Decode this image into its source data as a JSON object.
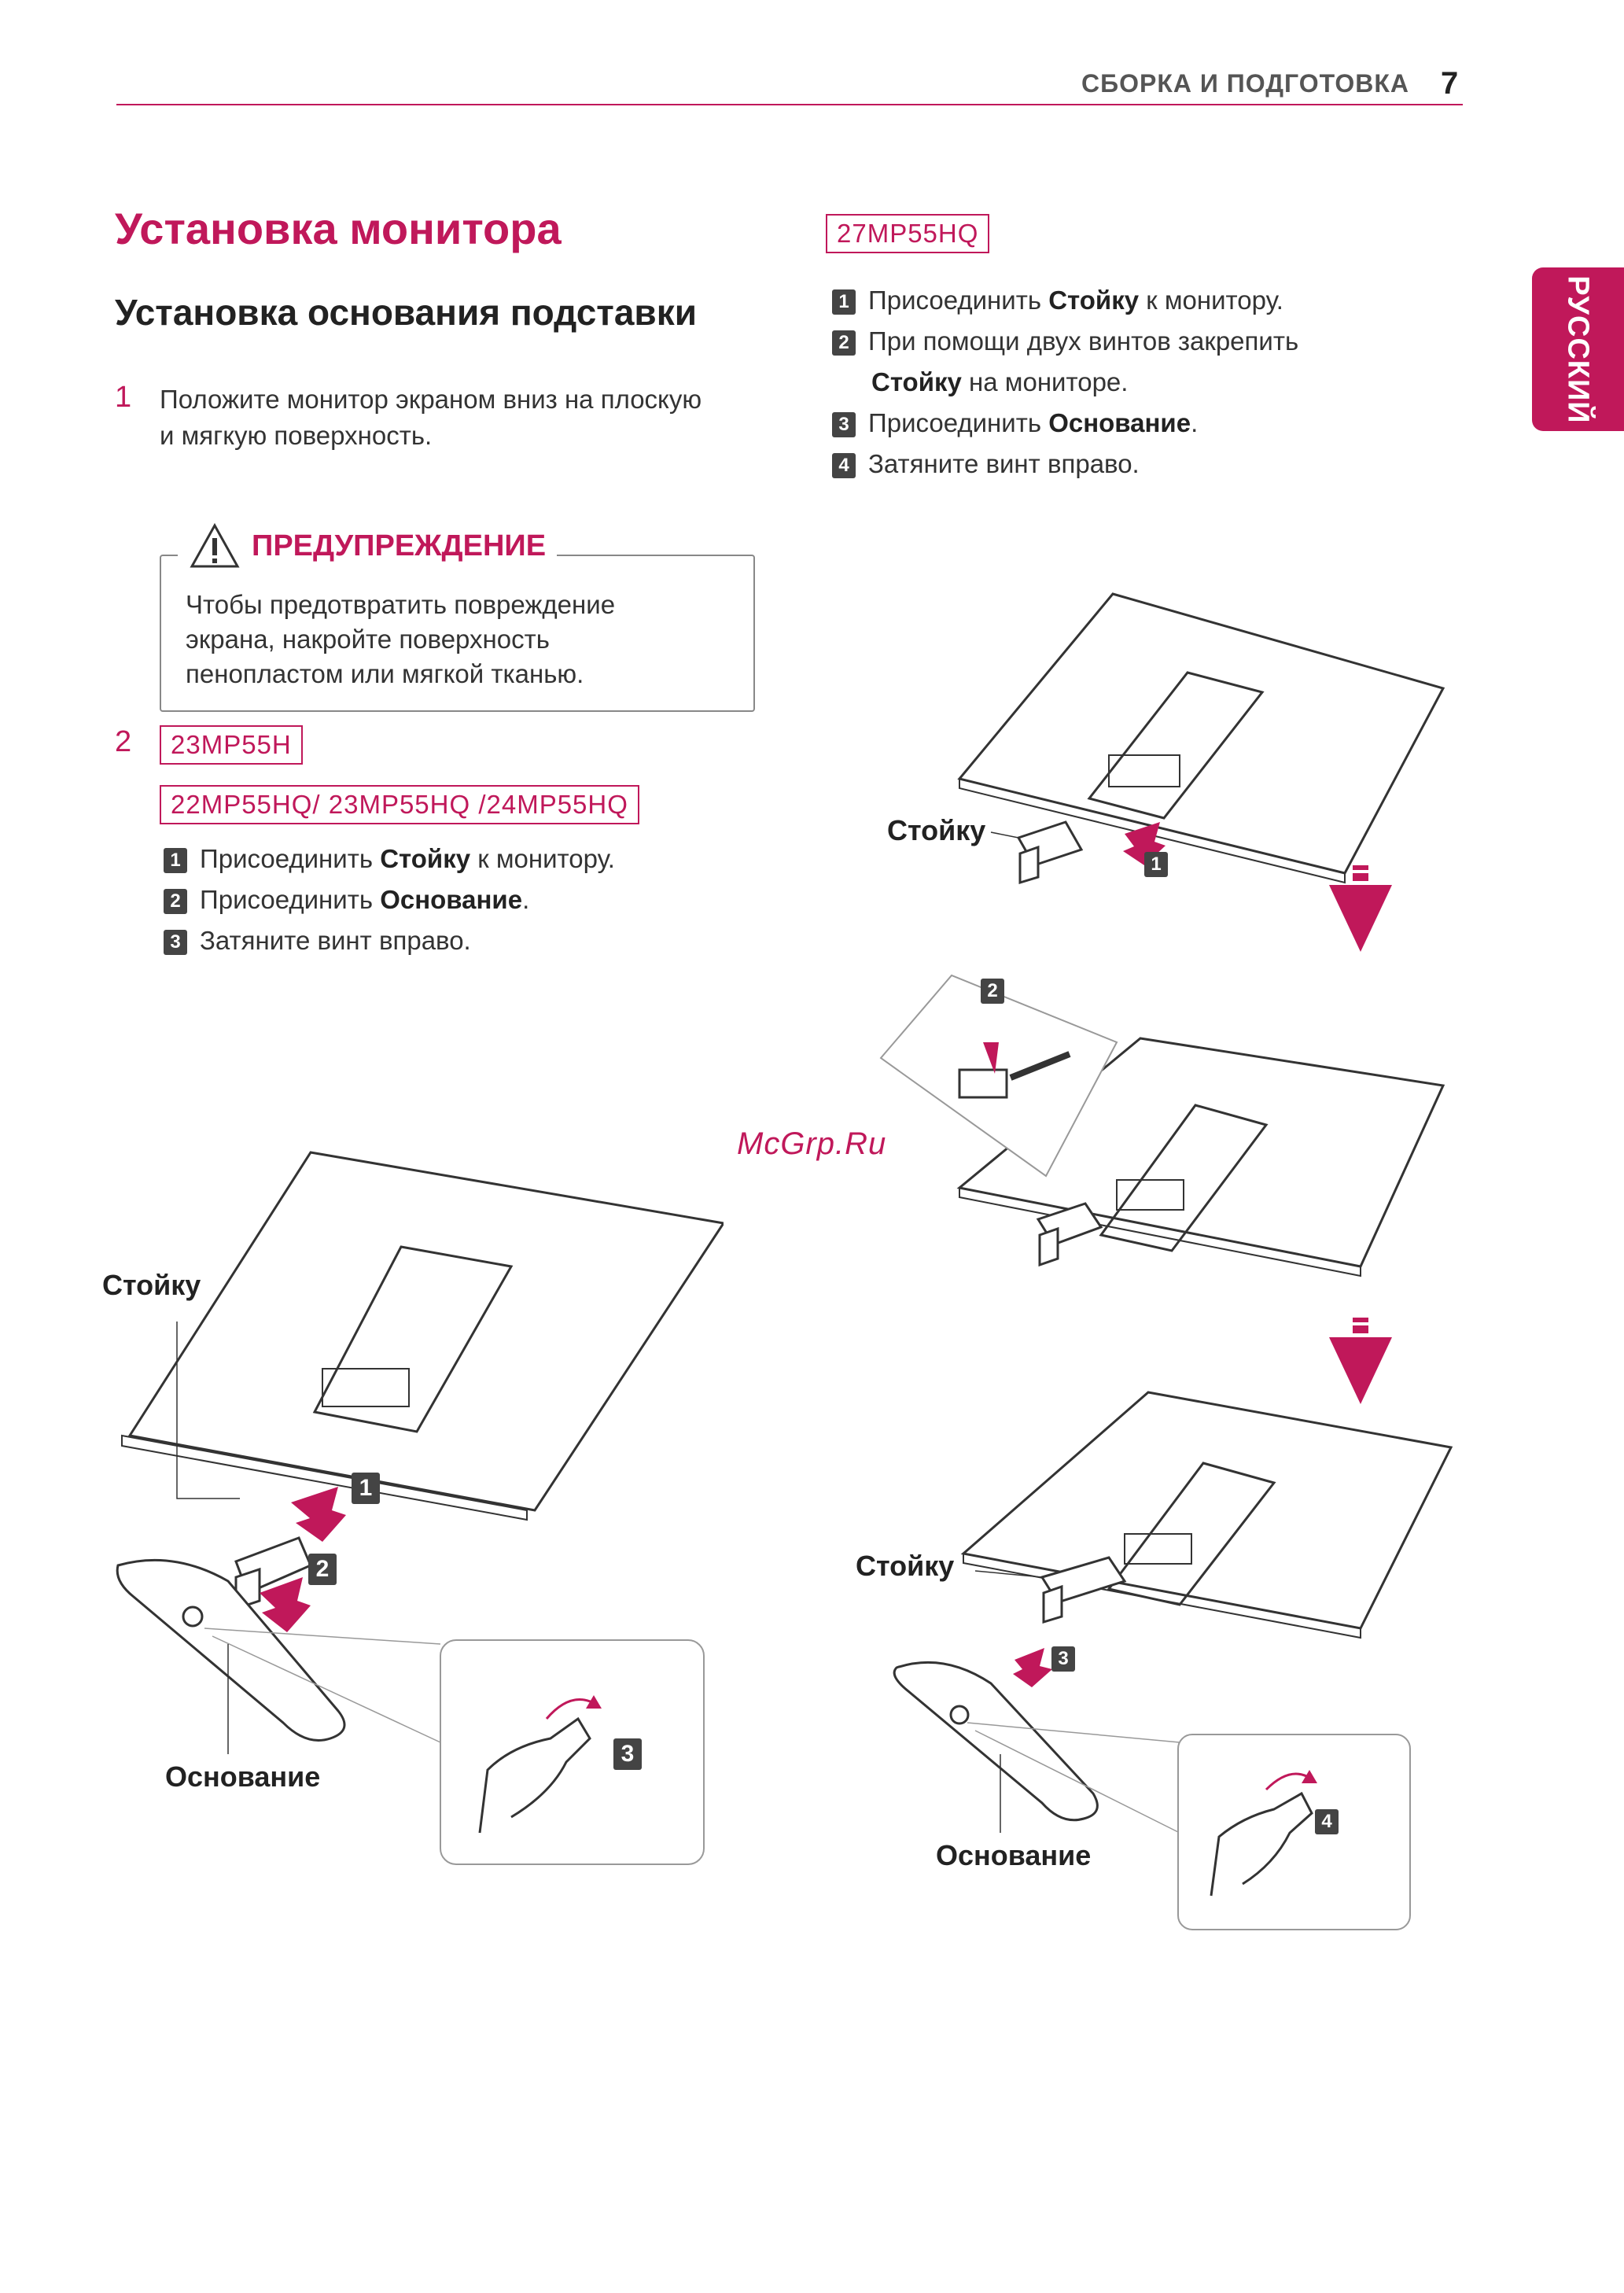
{
  "header": {
    "section": "СБОРКА И ПОДГОТОВКА",
    "page": "7"
  },
  "language_tab": "РУССКИЙ",
  "title": "Установка монитора",
  "subtitle": "Установка основания подставки",
  "step1": {
    "num": "1",
    "text_line1": "Положите монитор экраном вниз на плоскую",
    "text_line2": "и мягкую поверхность."
  },
  "warning": {
    "title": "ПРЕДУПРЕЖДЕНИЕ",
    "lines": [
      "Чтобы предотвратить повреждение",
      "экрана, накройте поверхность",
      "пенопластом или мягкой тканью."
    ]
  },
  "step2": {
    "num": "2",
    "model1": "23MP55H",
    "model2": "22MP55HQ/ 23MP55HQ /24MP55HQ",
    "substeps": [
      {
        "n": "1",
        "pre": "Присоединить ",
        "bold": "Стойку",
        "post": " к монитору."
      },
      {
        "n": "2",
        "pre": "Присоединить ",
        "bold": "Основание",
        "post": "."
      },
      {
        "n": "3",
        "pre": "Затяните винт вправо.",
        "bold": "",
        "post": ""
      }
    ]
  },
  "right": {
    "model": "27MP55HQ",
    "substeps": [
      {
        "n": "1",
        "pre": "Присоединить ",
        "bold": "Стойку",
        "post": " к монитору."
      },
      {
        "n": "2",
        "pre": "При помощи двух винтов закрепить",
        "bold": "",
        "post": ""
      },
      {
        "n": "3",
        "pre": "Присоединить ",
        "bold": "Основание",
        "post": "."
      },
      {
        "n": "4",
        "pre": "Затяните винт вправо.",
        "bold": "",
        "post": ""
      }
    ],
    "substep2_cont_bold": "Стойку",
    "substep2_cont_post": " на мониторе."
  },
  "labels": {
    "left_stand": "Стойку",
    "left_base": "Основание",
    "right_stand_top": "Стойку",
    "right_stand_bottom": "Стойку",
    "right_base": "Основание"
  },
  "callouts": {
    "l1": "1",
    "l2": "2",
    "l3": "3",
    "r1": "1",
    "r2": "2",
    "r3": "3",
    "r4": "4"
  },
  "watermark": "McGrp.Ru",
  "colors": {
    "accent": "#c0185a",
    "badge": "#444444"
  }
}
